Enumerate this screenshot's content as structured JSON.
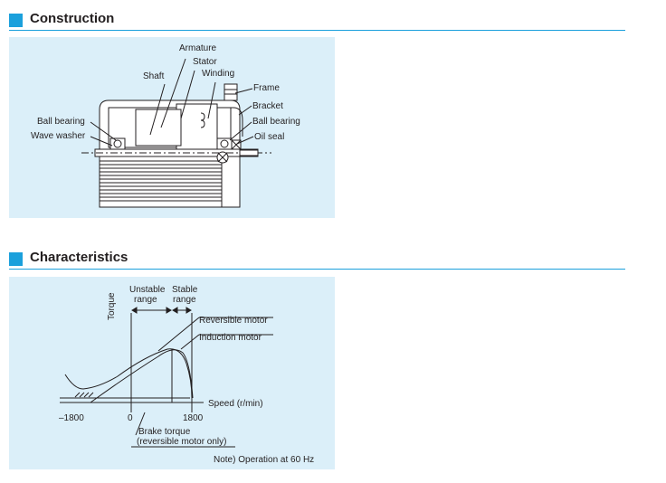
{
  "construction": {
    "title": "Construction",
    "labels": {
      "armature": "Armature",
      "stator": "Stator",
      "shaft": "Shaft",
      "winding": "Winding",
      "frame": "Frame",
      "bracket": "Bracket",
      "ball_bearing_right": "Ball bearing",
      "oil_seal": "Oil seal",
      "ball_bearing_left": "Ball bearing",
      "wave_washer": "Wave washer"
    }
  },
  "characteristics": {
    "title": "Characteristics",
    "labels": {
      "unstable": "Unstable",
      "unstable2": "range",
      "stable": "Stable",
      "stable2": "range",
      "torque": "Torque",
      "reversible": "Reversible motor",
      "induction": "Induction motor",
      "speed": "Speed (r/min)",
      "neg1800": "–1800",
      "zero": "0",
      "pos1800": "1800",
      "brake1": "Brake torque",
      "brake2": "(reversible motor only)",
      "note": "Note) Operation at 60 Hz"
    }
  },
  "colors": {
    "accent": "#1ba0dc",
    "panel": "#dbeff9"
  }
}
